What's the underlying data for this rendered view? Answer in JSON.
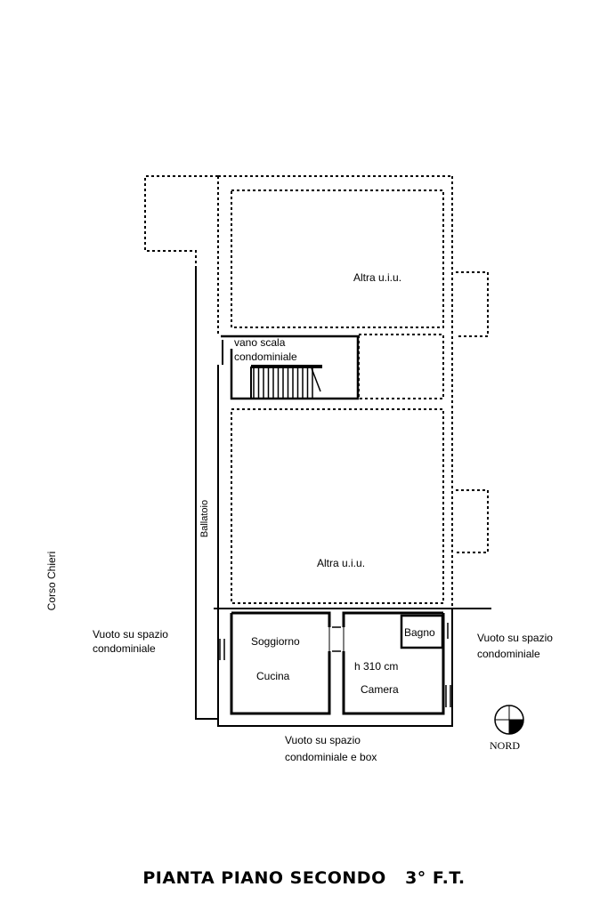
{
  "plan": {
    "labels": {
      "altra_top": "Altra u.i.u.",
      "vano_scala_1": "vano scala",
      "vano_scala_2": "condominiale",
      "altra_bottom": "Altra u.i.u.",
      "ballatoio": "Ballatoio",
      "corso_chieri": "Corso Chieri",
      "vuoto_left_1": "Vuoto su spazio",
      "vuoto_left_2": "condominiale",
      "soggiorno": "Soggiorno",
      "cucina": "Cucina",
      "bagno": "Bagno",
      "height": "h 310 cm",
      "camera": "Camera",
      "vuoto_right_1": "Vuoto su spazio",
      "vuoto_right_2": "condominiale",
      "vuoto_bottom_1": "Vuoto su spazio",
      "vuoto_bottom_2": "condominiale e box",
      "nord": "NORD"
    },
    "title": "PIANTA PIANO SECONDO   3° F.T.",
    "colors": {
      "ink": "#000000",
      "paper": "#ffffff"
    }
  }
}
